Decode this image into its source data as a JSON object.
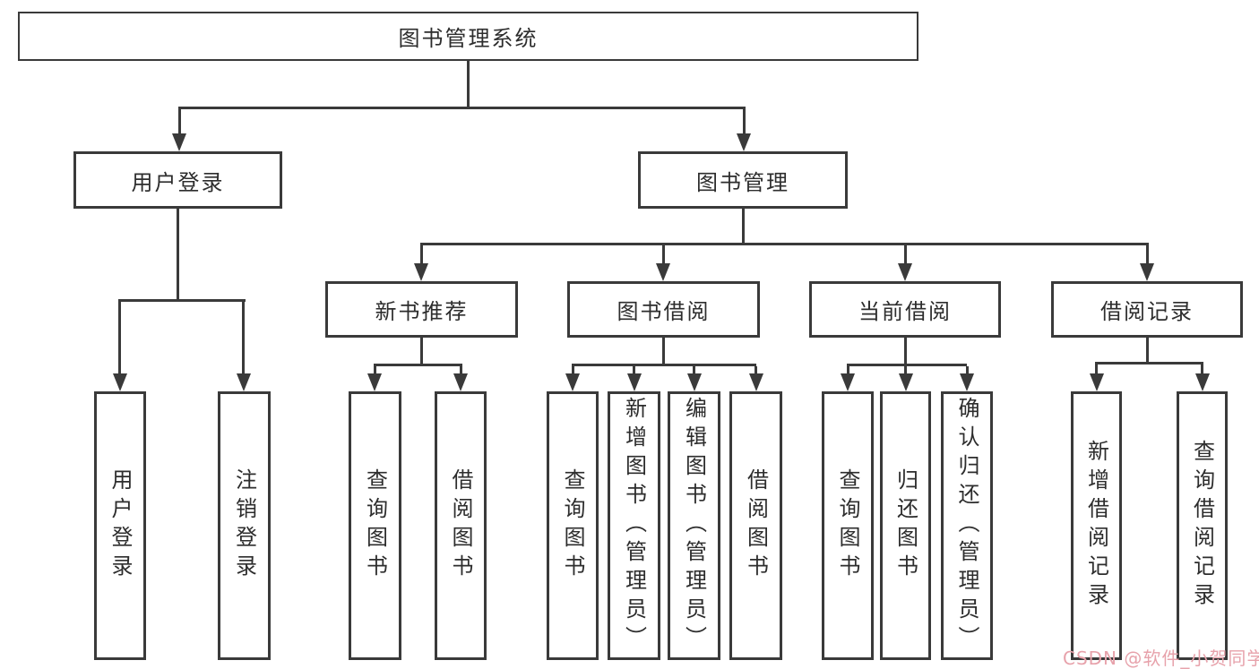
{
  "diagram": {
    "root": {
      "label": "图书管理系统"
    },
    "branches": [
      {
        "label": "用户登录",
        "children": [
          {
            "label": "用户登录"
          },
          {
            "label": "注销登录"
          }
        ]
      },
      {
        "label": "图书管理",
        "children": [
          {
            "label": "新书推荐",
            "children": [
              {
                "label": "查询图书"
              },
              {
                "label": "借阅图书"
              }
            ]
          },
          {
            "label": "图书借阅",
            "children": [
              {
                "label": "查询图书"
              },
              {
                "label": "新增图书（管理员）"
              },
              {
                "label": "编辑图书（管理员）"
              },
              {
                "label": "借阅图书"
              }
            ]
          },
          {
            "label": "当前借阅",
            "children": [
              {
                "label": "查询图书"
              },
              {
                "label": "归还图书"
              },
              {
                "label": "确认归还（管理员）"
              }
            ]
          },
          {
            "label": "借阅记录",
            "children": [
              {
                "label": "新增借阅记录"
              },
              {
                "label": "查询借阅记录"
              }
            ]
          }
        ]
      }
    ],
    "watermark": "CSDN @软件_小贺同学",
    "colors": {
      "line": "#3a3a3a",
      "text": "#2d2d2d",
      "watermark": "#e7a2ab",
      "background": "#ffffff"
    }
  }
}
